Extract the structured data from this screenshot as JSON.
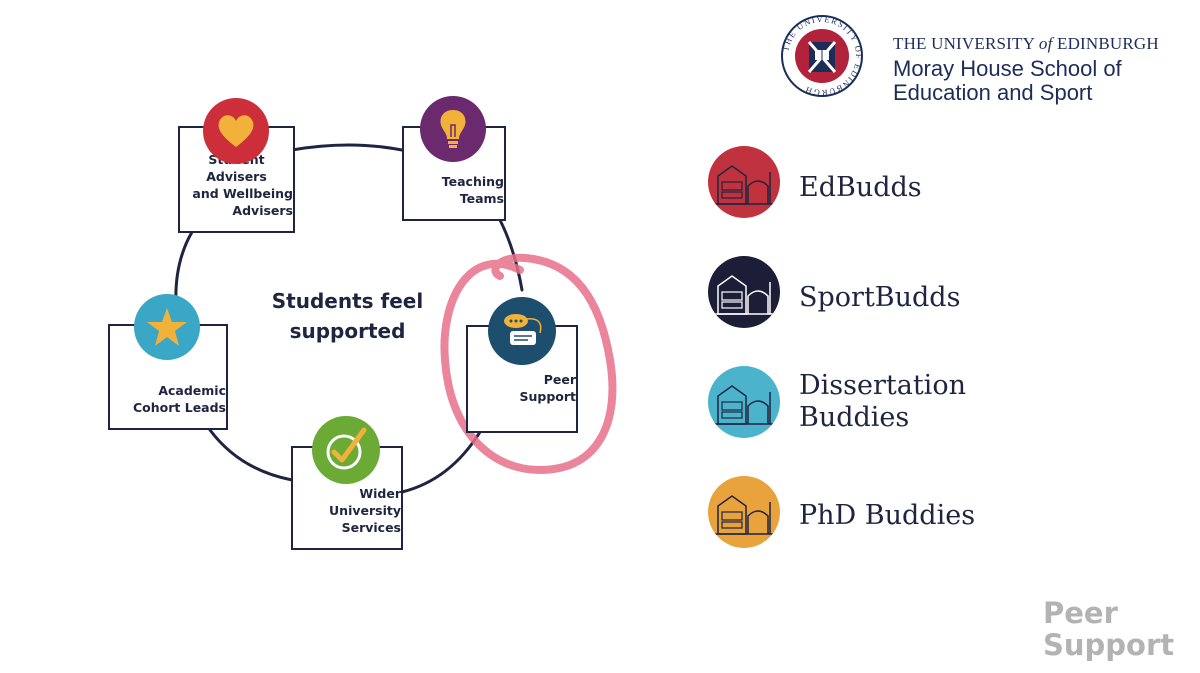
{
  "logo": {
    "top_line_prefix": "THE UNIVERSITY ",
    "top_line_of": "of",
    "top_line_suffix": " EDINBURGH",
    "line2": "Moray House School of",
    "line3": "Education and Sport",
    "seal_ring_text": "THE UNIVERSITY OF EDINBURGH",
    "colors": {
      "navy": "#1c2d5a",
      "red": "#b2223b"
    }
  },
  "diagram": {
    "center_label_line1": "Students feel",
    "center_label_line2": "supported",
    "nodes": [
      {
        "name": "student-advisers",
        "line1": "Student Advisers",
        "line2": "and Wellbeing",
        "line3": "Advisers",
        "icon": "heart-icon",
        "color": "#cc2f3a"
      },
      {
        "name": "teaching-teams",
        "line1": "Teaching",
        "line2": "Teams",
        "icon": "lightbulb-icon",
        "color": "#6b2a6e"
      },
      {
        "name": "peer-support",
        "line1": "Peer",
        "line2": "Support",
        "icon": "speech-bubble-icon",
        "color": "#1e4e6e",
        "highlighted": true
      },
      {
        "name": "wider-university-services",
        "line1": "Wider",
        "line2": "University",
        "line3": "Services",
        "icon": "checkmark-icon",
        "color": "#6aaa35"
      },
      {
        "name": "academic-cohort-leads",
        "line1": "Academic",
        "line2": "Cohort Leads",
        "icon": "star-icon",
        "color": "#3aa7c6"
      }
    ],
    "highlight_color": "#e8708a"
  },
  "buddies": [
    {
      "label": "EdBudds",
      "color": "#c0323d",
      "icon": "building-icon"
    },
    {
      "label": "SportBudds",
      "color": "#1b1e36",
      "icon": "building-icon"
    },
    {
      "label_line1": "Dissertation",
      "label_line2": "Buddies",
      "color": "#4bb4cc",
      "icon": "building-icon"
    },
    {
      "label": "PhD Buddies",
      "color": "#e8a33c",
      "icon": "building-icon"
    }
  ],
  "watermark": {
    "line1": "Peer",
    "line2": "Support"
  }
}
